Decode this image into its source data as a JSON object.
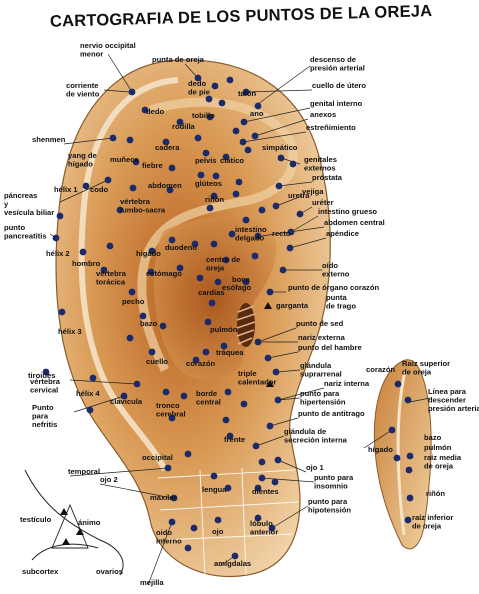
{
  "title": "CARTOGRAFIA DE LOS PUNTOS DE LA OREJA",
  "labels": [
    {
      "id": "nervio-occipital-menor",
      "lines": [
        "nervio occipital",
        "menor"
      ]
    },
    {
      "id": "punta-de-oreja",
      "lines": [
        "punta de oreja"
      ]
    },
    {
      "id": "descenso-presion-arterial",
      "lines": [
        "descenso de",
        "presión arterial"
      ]
    },
    {
      "id": "cuello-de-utero",
      "lines": [
        "cuello de útero"
      ]
    },
    {
      "id": "corriente-de-viento",
      "lines": [
        "corriente",
        "de viento"
      ]
    },
    {
      "id": "dedo-de-pie",
      "lines": [
        "dedo",
        "de pie"
      ]
    },
    {
      "id": "talon",
      "lines": [
        "talón"
      ]
    },
    {
      "id": "genital-interno",
      "lines": [
        "genital interno"
      ]
    },
    {
      "id": "anexos",
      "lines": [
        "anexos"
      ]
    },
    {
      "id": "estrenimiento",
      "lines": [
        "estreñimiento"
      ]
    },
    {
      "id": "dedo",
      "lines": [
        "dedo"
      ]
    },
    {
      "id": "tobillo",
      "lines": [
        "tobillo"
      ]
    },
    {
      "id": "ano",
      "lines": [
        "ano"
      ]
    },
    {
      "id": "rodilla",
      "lines": [
        "rodilla"
      ]
    },
    {
      "id": "shenmen",
      "lines": [
        "shenmen"
      ]
    },
    {
      "id": "cadera",
      "lines": [
        "cadera"
      ]
    },
    {
      "id": "simpatico",
      "lines": [
        "simpático"
      ]
    },
    {
      "id": "yang-de-higado",
      "lines": [
        "yang de",
        "hígado"
      ]
    },
    {
      "id": "muneca",
      "lines": [
        "muñeca"
      ]
    },
    {
      "id": "pelvis",
      "lines": [
        "pelvis"
      ]
    },
    {
      "id": "ciatico",
      "lines": [
        "ciático"
      ]
    },
    {
      "id": "genitales-externos",
      "lines": [
        "genitales",
        "externos"
      ]
    },
    {
      "id": "fiebre",
      "lines": [
        "fiebre"
      ]
    },
    {
      "id": "prostata",
      "lines": [
        "próstata"
      ]
    },
    {
      "id": "abdomen",
      "lines": [
        "abdomen"
      ]
    },
    {
      "id": "gluteos",
      "lines": [
        "glúteos"
      ]
    },
    {
      "id": "vejiga",
      "lines": [
        "vejiga"
      ]
    },
    {
      "id": "helix-1",
      "lines": [
        "hélix 1"
      ]
    },
    {
      "id": "codo",
      "lines": [
        "codo"
      ]
    },
    {
      "id": "ureter",
      "lines": [
        "uréter"
      ]
    },
    {
      "id": "vertebra-lumbo-sacra",
      "lines": [
        "vértebra",
        "lumbo-sacra"
      ]
    },
    {
      "id": "rinon",
      "lines": [
        "riñón"
      ]
    },
    {
      "id": "uretra",
      "lines": [
        "uretra"
      ]
    },
    {
      "id": "pancreas-y-vesicula-biliar",
      "lines": [
        "páncreas",
        "y",
        "vesícula biliar"
      ]
    },
    {
      "id": "intestino-grueso",
      "lines": [
        "intestino grueso"
      ]
    },
    {
      "id": "abdomen-central",
      "lines": [
        "abdomen central"
      ]
    },
    {
      "id": "apendice",
      "lines": [
        "apéndice"
      ]
    },
    {
      "id": "punto-pancreatitis",
      "lines": [
        "punto",
        "pancreatitis"
      ]
    },
    {
      "id": "intestino-delgado",
      "lines": [
        "intestino",
        "delgado"
      ]
    },
    {
      "id": "recto",
      "lines": [
        "recto"
      ]
    },
    {
      "id": "duodeno",
      "lines": [
        "duodeno"
      ]
    },
    {
      "id": "helix-2",
      "lines": [
        "hélix 2"
      ]
    },
    {
      "id": "hombro",
      "lines": [
        "hombro"
      ]
    },
    {
      "id": "higado",
      "lines": [
        "higado"
      ]
    },
    {
      "id": "centro-de-oreja",
      "lines": [
        "centro de",
        "oreja"
      ]
    },
    {
      "id": "oido-externo",
      "lines": [
        "oído",
        "externo"
      ]
    },
    {
      "id": "vertebra-toracica",
      "lines": [
        "vértebra",
        "torácica"
      ]
    },
    {
      "id": "estomago",
      "lines": [
        "estómago"
      ]
    },
    {
      "id": "boca",
      "lines": [
        "boca"
      ]
    },
    {
      "id": "esofago",
      "lines": [
        "esófago"
      ]
    },
    {
      "id": "cardias",
      "lines": [
        "cardias"
      ]
    },
    {
      "id": "punto-organo-corazon",
      "lines": [
        "punto de órgano corazón"
      ]
    },
    {
      "id": "punta-de-trago",
      "lines": [
        "punta",
        "de trago"
      ]
    },
    {
      "id": "pecho",
      "lines": [
        "pecho"
      ]
    },
    {
      "id": "garganta",
      "lines": [
        "garganta"
      ]
    },
    {
      "id": "helix-3",
      "lines": [
        "hélix 3"
      ]
    },
    {
      "id": "bazo",
      "lines": [
        "bazo"
      ]
    },
    {
      "id": "pulmon",
      "lines": [
        "pulmón"
      ]
    },
    {
      "id": "punto-de-sed",
      "lines": [
        "punto de sed"
      ]
    },
    {
      "id": "nariz-externa",
      "lines": [
        "nariz externa"
      ]
    },
    {
      "id": "traquea",
      "lines": [
        "tráquea"
      ]
    },
    {
      "id": "punto-del-hambre",
      "lines": [
        "punto del hambre"
      ]
    },
    {
      "id": "cuello",
      "lines": [
        "cuello"
      ]
    },
    {
      "id": "corazon",
      "lines": [
        "corazón"
      ]
    },
    {
      "id": "glandula-suprarrenal",
      "lines": [
        "glándula",
        "suprarrenal"
      ]
    },
    {
      "id": "tiroides",
      "lines": [
        "tiroides"
      ]
    },
    {
      "id": "nariz-interna",
      "lines": [
        "nariz interna"
      ]
    },
    {
      "id": "vertebra-cervical",
      "lines": [
        "vértebra",
        "cervical"
      ]
    },
    {
      "id": "helix-4",
      "lines": [
        "hélix 4"
      ]
    },
    {
      "id": "clavicula",
      "lines": [
        "clavícula"
      ]
    },
    {
      "id": "borde-central",
      "lines": [
        "borde",
        "central"
      ]
    },
    {
      "id": "triple-calentador",
      "lines": [
        "triple",
        "calentador"
      ]
    },
    {
      "id": "punto-para-hipertension",
      "lines": [
        "punto para",
        "hipertensión"
      ]
    },
    {
      "id": "punto-para-nefritis",
      "lines": [
        "Punto",
        "para",
        "nefritis"
      ]
    },
    {
      "id": "tronco-cerebral",
      "lines": [
        "tronco",
        "cerebral"
      ]
    },
    {
      "id": "punto-de-antitrago",
      "lines": [
        "punto de antitrago"
      ]
    },
    {
      "id": "glandula-secrecion-interna",
      "lines": [
        "glándula de",
        "secreción interna"
      ]
    },
    {
      "id": "frente",
      "lines": [
        "frente"
      ]
    },
    {
      "id": "occipital",
      "lines": [
        "occipital"
      ]
    },
    {
      "id": "temporal",
      "lines": [
        "temporal"
      ]
    },
    {
      "id": "ojo-1",
      "lines": [
        "ojo 1"
      ]
    },
    {
      "id": "ojo-2",
      "lines": [
        "ojo 2"
      ]
    },
    {
      "id": "punto-para-insomnio",
      "lines": [
        "punto para",
        "insomnio"
      ]
    },
    {
      "id": "maxilar",
      "lines": [
        "maxilar"
      ]
    },
    {
      "id": "lengua",
      "lines": [
        "lengua"
      ]
    },
    {
      "id": "dientes",
      "lines": [
        "dientes"
      ]
    },
    {
      "id": "punto-para-hipotension",
      "lines": [
        "punto para",
        "hipotensión"
      ]
    },
    {
      "id": "testiculo",
      "lines": [
        "testículo"
      ]
    },
    {
      "id": "animo",
      "lines": [
        "ánimo"
      ]
    },
    {
      "id": "oido-interno",
      "lines": [
        "oido",
        "interno"
      ]
    },
    {
      "id": "ojo",
      "lines": [
        "ojo"
      ]
    },
    {
      "id": "lobulo-anterior",
      "lines": [
        "lóbulo",
        "anterior"
      ]
    },
    {
      "id": "subcortex",
      "lines": [
        "subcortex"
      ]
    },
    {
      "id": "ovarios",
      "lines": [
        "ovarios"
      ]
    },
    {
      "id": "mejilla",
      "lines": [
        "mejilla"
      ]
    },
    {
      "id": "amigdalas",
      "lines": [
        "amígdalas"
      ]
    },
    {
      "id": "back-corazon",
      "lines": [
        "corazón"
      ]
    },
    {
      "id": "raiz-superior-de-oreja",
      "lines": [
        "Raiz superior",
        "de oreja"
      ]
    },
    {
      "id": "linea-para-descender-presion",
      "lines": [
        "Línea para",
        "descender",
        "presión arterial"
      ]
    },
    {
      "id": "back-higado",
      "lines": [
        "hígado"
      ]
    },
    {
      "id": "back-bazo",
      "lines": [
        "bazo"
      ]
    },
    {
      "id": "back-pulmon",
      "lines": [
        "pulmón"
      ]
    },
    {
      "id": "raiz-media-de-oreja",
      "lines": [
        "raíz media",
        "de oreja"
      ]
    },
    {
      "id": "back-rinon",
      "lines": [
        "riñón"
      ]
    },
    {
      "id": "raiz-inferior-de-oreja",
      "lines": [
        "raíz inferior",
        "de oreja"
      ]
    }
  ]
}
